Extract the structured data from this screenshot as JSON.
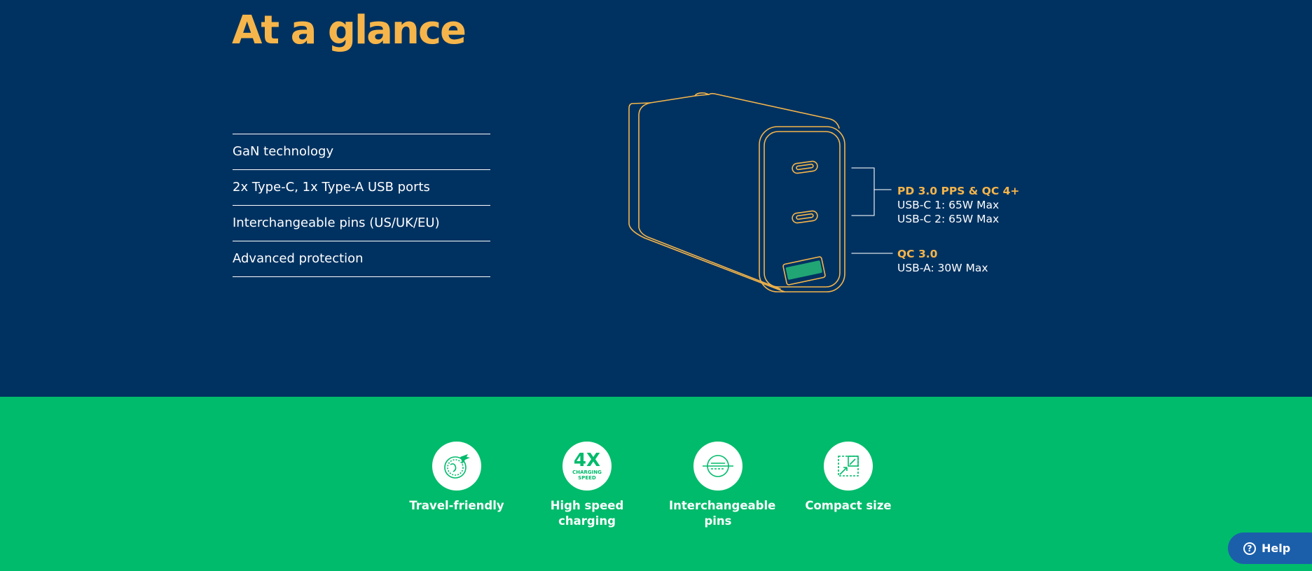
{
  "section": {
    "title": "At a glance"
  },
  "features": [
    "GaN technology",
    "2x Type-C, 1x Type-A USB ports",
    "Interchangeable pins (US/UK/EU)",
    "Advanced protection"
  ],
  "specs": {
    "group1": {
      "heading": "PD 3.0 PPS & QC 4+",
      "line1": "USB-C 1: 65W Max",
      "line2": "USB-C 2: 65W Max"
    },
    "group2": {
      "heading": "QC 3.0",
      "line1": "USB-A: 30W Max"
    }
  },
  "badges": [
    {
      "label": "Travel-friendly",
      "icon": "globe-plane-icon"
    },
    {
      "label": "High speed charging",
      "icon": "4x-charging-speed-icon",
      "icon_text": "4X",
      "icon_subtext": "CHARGING SPEED"
    },
    {
      "label": "Interchangeable pins",
      "icon": "plug-pins-icon"
    },
    {
      "label": "Compact size",
      "icon": "compact-arrows-icon"
    }
  ],
  "help": {
    "label": "Help",
    "icon": "question-circle-icon"
  },
  "colors": {
    "navy": "#003261",
    "green": "#00bb6b",
    "accent": "#f6b54a",
    "help_blue": "#1b5fab",
    "port_green": "#21a574"
  }
}
